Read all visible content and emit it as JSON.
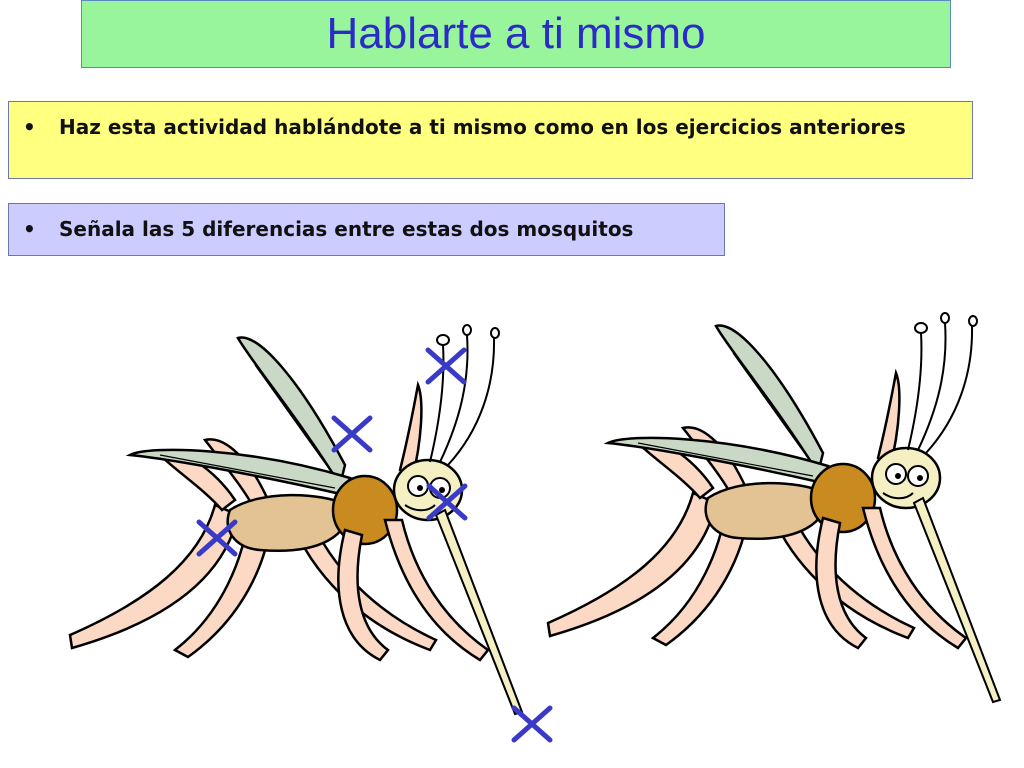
{
  "slide": {
    "title": "Hablarte a ti mismo",
    "bullets": [
      {
        "marker": "•",
        "text": "Haz esta actividad hablándote a ti mismo como en los ejercicios anteriores"
      },
      {
        "marker": "•",
        "text": "Señala las 5 diferencias entre estas dos mosquitos"
      }
    ]
  },
  "colors": {
    "title_bg": "#99f59c",
    "title_text": "#2b2bc8",
    "box1_bg": "#ffff80",
    "box2_bg": "#ccccff",
    "mark": "#3a3ac8",
    "leg": "#fcd9c4",
    "wing": "#c9d9c6",
    "abdomen": "#e3c294",
    "thorax": "#c98a20",
    "head": "#f4f0c4"
  },
  "icons": [
    "mosquito-illustration",
    "x-mark-icon"
  ]
}
